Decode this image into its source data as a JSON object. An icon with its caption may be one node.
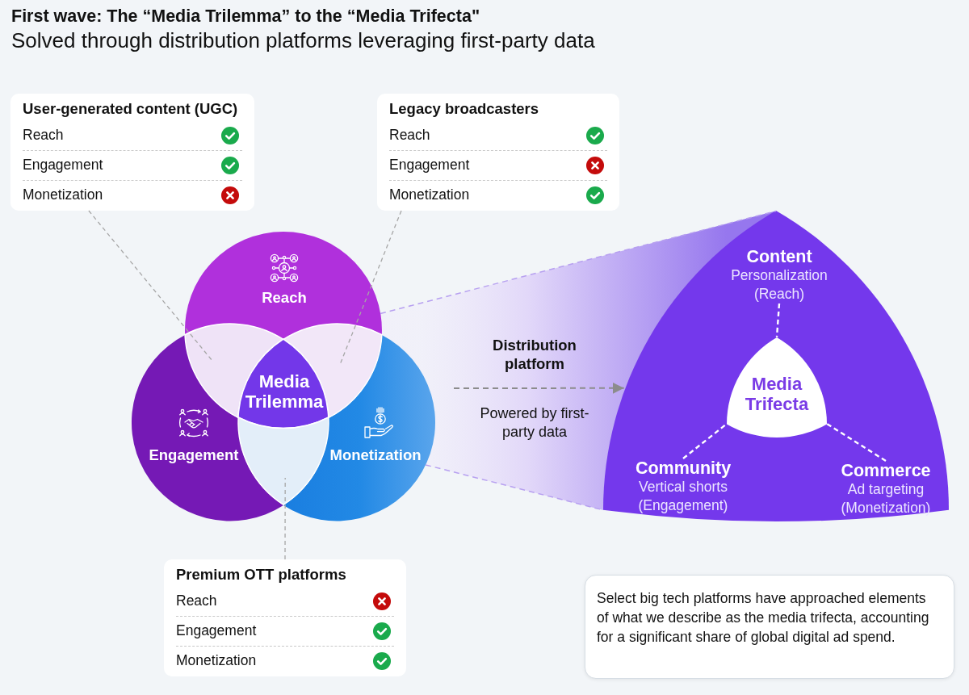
{
  "diagram": {
    "title": "First wave: The “Media Trilemma” to the “Media Trifecta\"",
    "nodes": [
      {
        "text": [
          "User-generated content (UGC)",
          "Reach",
          "Engagement",
          "Monetization"
        ]
      },
      {
        "text": [
          "Legacy broadcasters",
          "Reach",
          "Engagement",
          "Monetization"
        ]
      },
      {
        "text": [
          "Reach"
        ]
      },
      {
        "text": [
          "Engagement"
        ]
      },
      {
        "text": [
          "Monetization"
        ]
      },
      {
        "text": [],
        "shape": "lens"
      },
      {
        "text": [],
        "shape": "lens"
      },
      {
        "text": [
          "Media Trilemma"
        ]
      },
      {
        "text": [],
        "shape": "lens"
      },
      {
        "text": [],
        "shape": "triangle"
      },
      {
        "text": [
          "Content",
          "Personalization (Reach)"
        ],
        "in": 9
      },
      {
        "text": [
          "Media Trifecta"
        ],
        "in": 9
      },
      {
        "text": [
          "Community",
          "Vertical shorts (Engagement)"
        ],
        "in": 9
      },
      {
        "text": [
          "Commerce",
          "Ad targeting (Monetization)"
        ],
        "in": 9
      },
      {
        "text": [
          "Premium OTT platforms",
          "Reach",
          "Engagement",
          "Monetization"
        ]
      },
      {
        "text": [
          "Select big tech platforms have approached elements of what we describe as the media trifecta, accounting for a significant share of global digital ad spend."
        ]
      }
    ],
    "edges": [
      {
        "from": 0,
        "to": 5,
        "arrow": "none",
        "style": "dashed"
      },
      {
        "from": 1,
        "to": 6,
        "arrow": "none",
        "style": "dashed"
      },
      {
        "from": 14,
        "to": 8,
        "arrow": "none",
        "style": "dashed"
      },
      {
        "from": 2,
        "to": 9,
        "arrow": "none",
        "style": "dashed",
        "color": "#b7a0f0"
      },
      {
        "from": 4,
        "to": 9,
        "arrow": "none",
        "style": "dashed",
        "color": "#b7a0f0"
      },
      {
        "from": null,
        "to": 9,
        "arrow": "to",
        "style": "dashed",
        "label": "Distribution platform"
      },
      {
        "from": 10,
        "to": 11,
        "arrow": "none",
        "style": "dashed",
        "color": "#ffffff"
      },
      {
        "from": 12,
        "to": 11,
        "arrow": "none",
        "style": "dashed",
        "color": "#ffffff"
      },
      {
        "from": 13,
        "to": 11,
        "arrow": "none",
        "style": "dashed",
        "color": "#ffffff"
      }
    ],
    "labels": [
      "Solved through distribution platforms leveraging first-party data",
      "Powered by first-party data"
    ]
  }
}
